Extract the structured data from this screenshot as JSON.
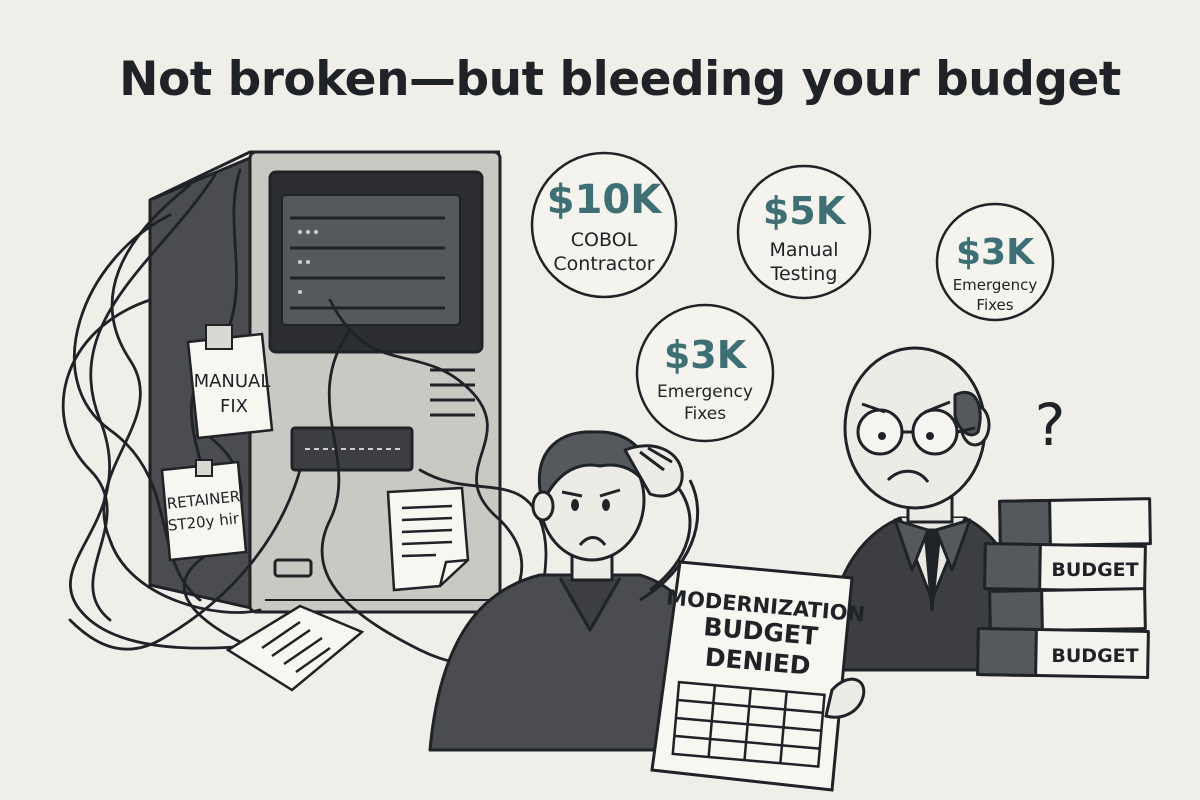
{
  "headline": "Not broken—but bleeding your budget",
  "colors": {
    "background": "#efeee9",
    "ink": "#1f2226",
    "money_teal": "#3e6f74",
    "machine_dark": "#4a4c4f",
    "machine_light": "#c9c8c3"
  },
  "cost_bubbles": [
    {
      "amount": "$10K",
      "line1": "COBOL",
      "line2": "Contractor"
    },
    {
      "amount": "$5K",
      "line1": "Manual",
      "line2": "Testing"
    },
    {
      "amount": "$3K",
      "line1": "Emergency",
      "line2": "Fixes"
    },
    {
      "amount": "$3K",
      "line1": "Emergency",
      "line2": "Fixes"
    }
  ],
  "notes": {
    "manual_fix_line1": "MANUAL",
    "manual_fix_line2": "FIX",
    "retainer_line1": "RETAINER",
    "retainer_line2": "ST20y hir"
  },
  "document": {
    "line1": "MODERNIZATION",
    "line2": "BUDGET",
    "line3": "DENIED"
  },
  "budget_boxes": {
    "label_top": "BUDGET",
    "label_bottom": "BUDGET"
  },
  "question_mark": "?"
}
